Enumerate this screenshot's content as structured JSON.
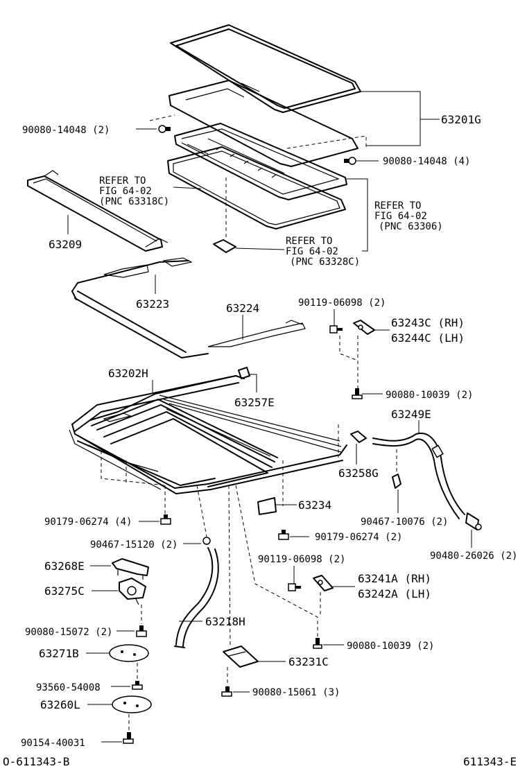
{
  "labels": {
    "p63201G": "63201G",
    "p90080_14048_2": "90080-14048 (2)",
    "p90080_14048_4": "90080-14048 (4)",
    "refer_a_1": "REFER TO",
    "refer_a_2": "FIG 64-02",
    "refer_a_3": "(PNC 63318C)",
    "refer_b_1": "REFER TO",
    "refer_b_2": "FIG 64-02",
    "refer_b_3": "(PNC 63306)",
    "refer_c_1": "REFER TO",
    "refer_c_2": "FIG 64-02",
    "refer_c_3": "(PNC 63328C)",
    "p63209": "63209",
    "p63223": "63223",
    "p63224": "63224",
    "p90119_06098_top": "90119-06098 (2)",
    "p63243C": "63243C (RH)",
    "p63244C": "63244C (LH)",
    "p63202H": "63202H",
    "p63257E": "63257E",
    "p90080_10039_top": "90080-10039 (2)",
    "p63249E": "63249E",
    "p63258G": "63258G",
    "p63234": "63234",
    "p90179_06274_4": "90179-06274 (4)",
    "p90467_10076": "90467-10076 (2)",
    "p90467_15120": "90467-15120 (2)",
    "p90179_06274_2": "90179-06274 (2)",
    "p90480_26026": "90480-26026 (2)",
    "p90119_06098_bot": "90119-06098 (2)",
    "p63268E": "63268E",
    "p63241A": "63241A (RH)",
    "p63242A": "63242A (LH)",
    "p63275C": "63275C",
    "p63218H": "63218H",
    "p90080_15072": "90080-15072 (2)",
    "p90080_10039_bot": "90080-10039 (2)",
    "p63271B": "63271B",
    "p63231C": "63231C",
    "p93560_54008": "93560-54008",
    "p90080_15061": "90080-15061 (3)",
    "p63260L": "63260L",
    "p90154_40031": "90154-40031",
    "footer_left": "O-611343-B",
    "footer_right": "611343-E"
  }
}
